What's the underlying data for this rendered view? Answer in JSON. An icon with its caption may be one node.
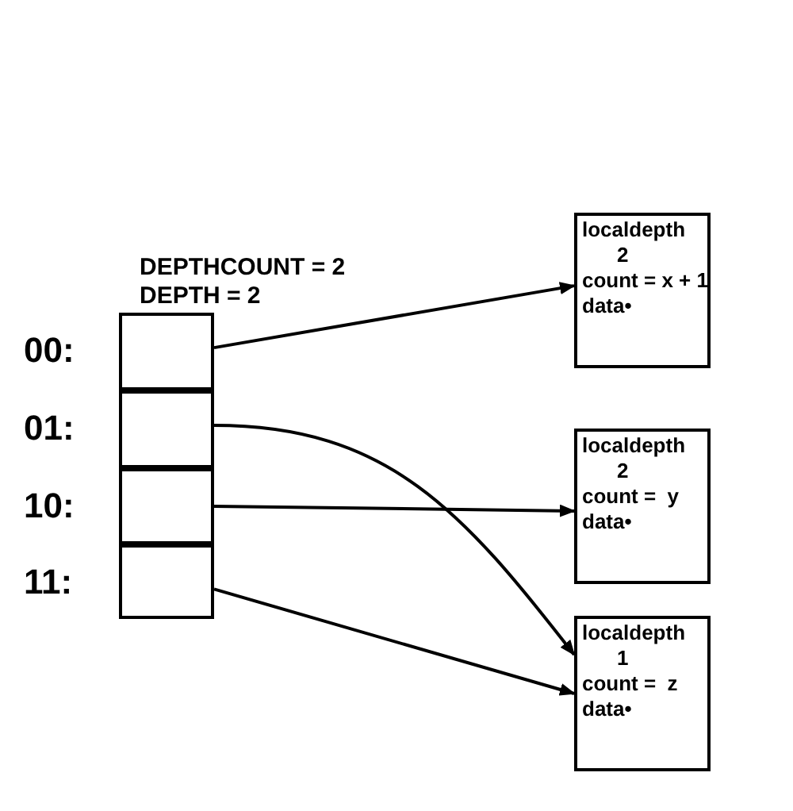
{
  "diagram": {
    "nodes": [
      {
        "text": [
          "DEPTHCOUNT = 2",
          "DEPTH = 2"
        ]
      },
      {
        "text": [],
        "shape": "box",
        "in": 0,
        "beside": [
          "00:"
        ]
      },
      {
        "text": [],
        "shape": "box",
        "in": 0,
        "beside": [
          "01:"
        ]
      },
      {
        "text": [],
        "shape": "box",
        "in": 0,
        "beside": [
          "10:"
        ]
      },
      {
        "text": [],
        "shape": "box",
        "in": 0,
        "beside": [
          "11:"
        ]
      },
      {
        "text": [
          "localdepth",
          "2",
          "count = x + 1",
          "data•"
        ]
      },
      {
        "text": [
          "localdepth",
          "2",
          "count =  y",
          "data•"
        ]
      },
      {
        "text": [
          "localdepth",
          "1",
          "count =  z",
          "data•"
        ]
      }
    ],
    "edges": [
      {
        "from": 1,
        "to": 5,
        "arrow": "to"
      },
      {
        "from": 2,
        "to": 7,
        "arrow": "to"
      },
      {
        "from": 3,
        "to": 6,
        "arrow": "to"
      },
      {
        "from": 4,
        "to": 7,
        "arrow": "to"
      }
    ]
  }
}
